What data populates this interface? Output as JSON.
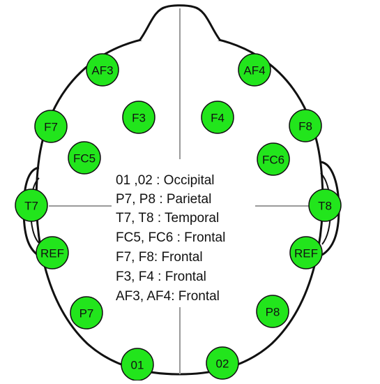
{
  "colors": {
    "electrode_fill": "#22e51c",
    "outline": "#111111",
    "midline": "#9a9a9a"
  },
  "electrodes": [
    {
      "id": "af3",
      "label": "AF3"
    },
    {
      "id": "af4",
      "label": "AF4"
    },
    {
      "id": "f3",
      "label": "F3"
    },
    {
      "id": "f4",
      "label": "F4"
    },
    {
      "id": "f7",
      "label": "F7"
    },
    {
      "id": "f8",
      "label": "F8"
    },
    {
      "id": "fc5",
      "label": "FC5"
    },
    {
      "id": "fc6",
      "label": "FC6"
    },
    {
      "id": "t7",
      "label": "T7"
    },
    {
      "id": "t8",
      "label": "T8"
    },
    {
      "id": "ref-left",
      "label": "REF"
    },
    {
      "id": "ref-right",
      "label": "REF"
    },
    {
      "id": "p7",
      "label": "P7"
    },
    {
      "id": "p8",
      "label": "P8"
    },
    {
      "id": "o1",
      "label": "01"
    },
    {
      "id": "o2",
      "label": "02"
    }
  ],
  "legend": [
    "01 ,02 : Occipital",
    "P7, P8 : Parietal",
    "T7, T8 : Temporal",
    "FC5, FC6 : Frontal",
    "F7, F8: Frontal",
    "F3, F4 : Frontal",
    "AF3, AF4:  Frontal"
  ]
}
